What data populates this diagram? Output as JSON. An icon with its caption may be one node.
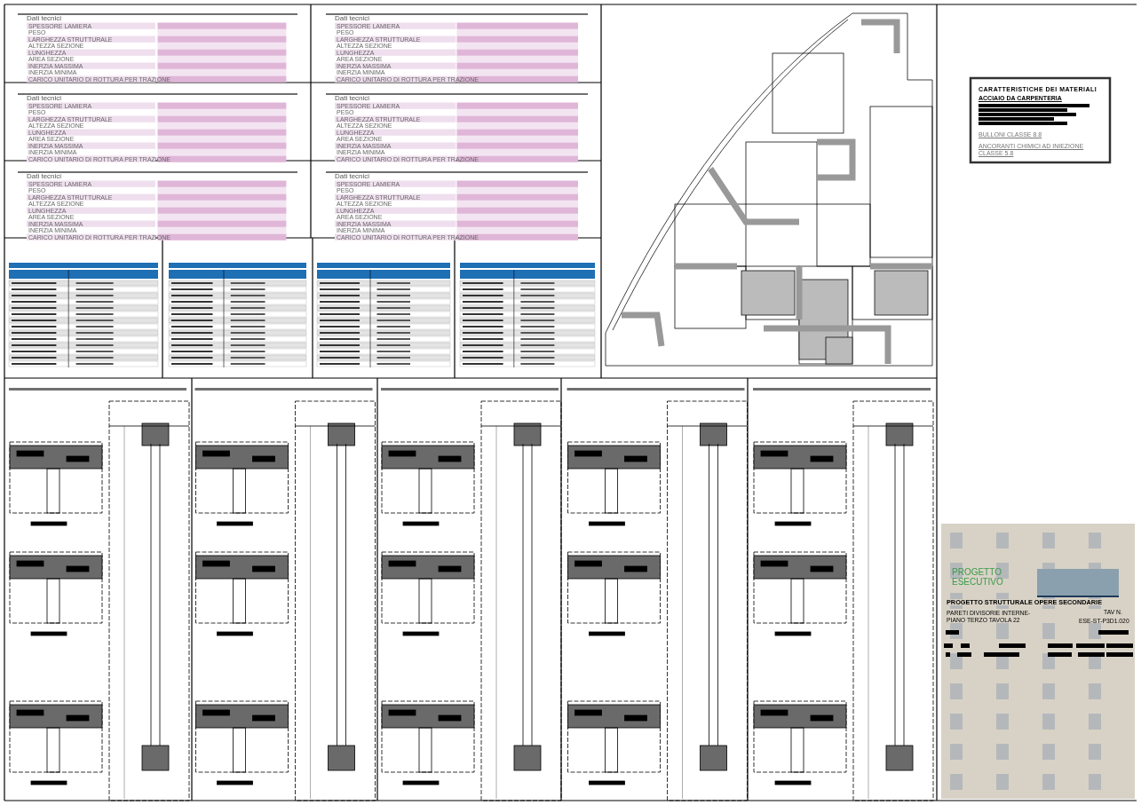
{
  "diagram": {
    "labels": [
      "Dati tecnici",
      "SPESSORE LAMIERA",
      "PESO",
      "LARGHEZZA STRUTTURALE",
      "ALTEZZA SEZIONE",
      "LUNGHEZZA",
      "AREA SEZIONE",
      "INERZIA MASSIMA",
      "INERZIA MINIMA",
      "CARICO UNITARIO DI ROTTURA PER TRAZIONE",
      "Dati tecnici",
      "SPESSORE LAMIERA",
      "PESO",
      "LARGHEZZA STRUTTURALE",
      "ALTEZZA SEZIONE",
      "LUNGHEZZA",
      "AREA SEZIONE",
      "INERZIA MASSIMA",
      "INERZIA MINIMA",
      "CARICO UNITARIO DI ROTTURA PER TRAZIONE",
      "Dati tecnici",
      "SPESSORE LAMIERA",
      "PESO",
      "LARGHEZZA STRUTTURALE",
      "ALTEZZA SEZIONE",
      "LUNGHEZZA",
      "AREA SEZIONE",
      "INERZIA MASSIMA",
      "INERZIA MINIMA",
      "CARICO UNITARIO DI ROTTURA PER TRAZIONE",
      "Dati tecnici",
      "SPESSORE LAMIERA",
      "PESO",
      "LARGHEZZA STRUTTURALE",
      "ALTEZZA SEZIONE",
      "LUNGHEZZA",
      "AREA SEZIONE",
      "INERZIA MASSIMA",
      "INERZIA MINIMA",
      "CARICO UNITARIO DI ROTTURA PER TRAZIONE",
      "Dati tecnici",
      "SPESSORE LAMIERA",
      "PESO",
      "LARGHEZZA STRUTTURALE",
      "ALTEZZA SEZIONE",
      "LUNGHEZZA",
      "AREA SEZIONE",
      "INERZIA MASSIMA",
      "INERZIA MINIMA",
      "CARICO UNITARIO DI ROTTURA PER TRAZIONE",
      "Dati tecnici",
      "SPESSORE LAMIERA",
      "PESO",
      "LARGHEZZA STRUTTURALE",
      "ALTEZZA SEZIONE",
      "LUNGHEZZA",
      "AREA SEZIONE",
      "INERZIA MASSIMA",
      "INERZIA MINIMA",
      "CARICO UNITARIO DI ROTTURA PER TRAZIONE",
      "CARATTERISTICHE DEI MATERIALI",
      "ACCIAIO DA CARPENTERIA",
      "BULLONI CLASSE 8.8",
      "ANCORANTI CHIMICI AD INIEZIONE CLASSE 5.8",
      "PROGETTO ESECUTIVO",
      "PROGETTO STRUTTURALE OPERE SECONDARIE",
      "PARETI DIVISORIE INTERNE- PIANO TERZO TAVOLA 22",
      "TAV N.",
      "ESE-ST-P3D1.020"
    ]
  }
}
